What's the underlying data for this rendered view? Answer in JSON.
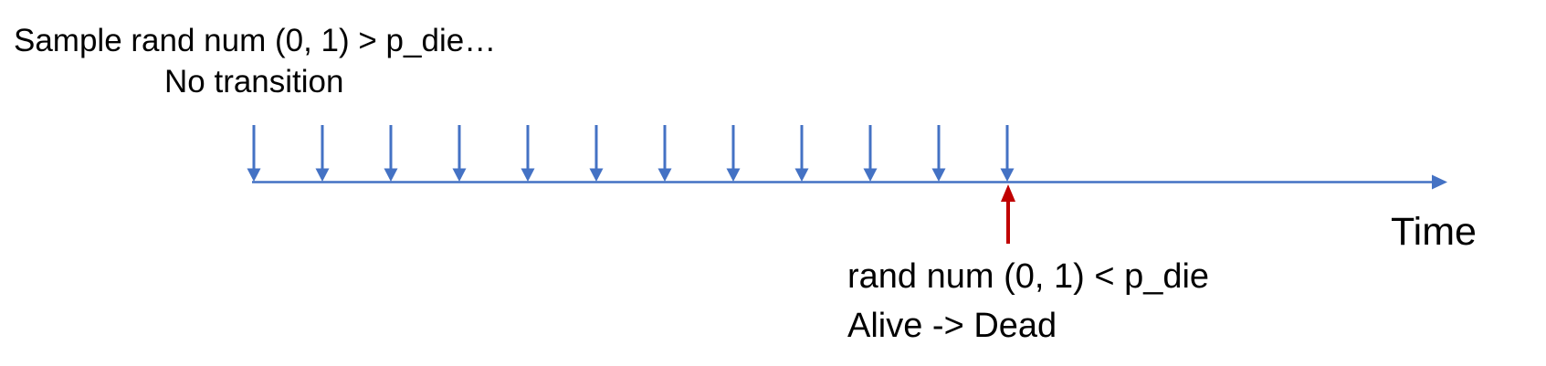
{
  "title_block": {
    "line1": "Sample rand num (0, 1) > p_die…",
    "line2": "No transition"
  },
  "axis_label": "Time",
  "event_block": {
    "line1": "rand num (0, 1) < p_die",
    "line2": "Alive -> Dead"
  },
  "timeline": {
    "tick_count": 12,
    "event_tick_index": 11
  },
  "colors": {
    "axis_blue": "#4472C4",
    "event_red": "#C00000",
    "text": "#000000",
    "background": "#FFFFFF"
  }
}
